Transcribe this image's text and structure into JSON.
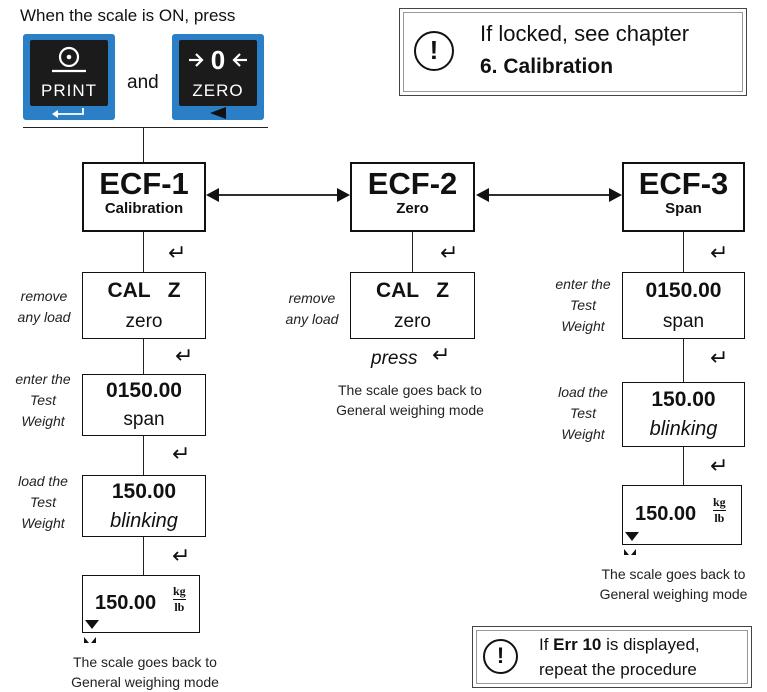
{
  "header": {
    "instruction": "When the scale is ON, press",
    "and_text": "and",
    "print_key": {
      "label": "PRINT",
      "icon": "print-circle-icon",
      "sub_icon": "enter-arrow-icon",
      "color": "#2a7fc7"
    },
    "zero_key": {
      "label": "ZERO",
      "icon": "zero-arrows-icon",
      "sub_icon": "left-triangle-icon",
      "color": "#2a7fc7"
    }
  },
  "lock_note": {
    "line1": "If locked, see chapter",
    "line2": "6. Calibration"
  },
  "err_note": {
    "prefix": "If ",
    "code": "Err 10",
    "suffix": " is displayed,",
    "line2": "repeat the procedure"
  },
  "enter_symbol": "↵",
  "columns": [
    {
      "title": "ECF-1",
      "subtitle": "Calibration",
      "steps": [
        {
          "hint": [
            "remove",
            "any load"
          ],
          "top": "CAL   Z",
          "bottom": "zero",
          "italic": false
        },
        {
          "hint": [
            "enter the",
            "Test",
            "Weight"
          ],
          "top": "0150.00",
          "bottom": "span",
          "italic": false
        },
        {
          "hint": [
            "load the",
            "Test",
            "Weight"
          ],
          "top": "150.00",
          "bottom": "blinking",
          "italic": true
        }
      ],
      "final": {
        "value": "150.00",
        "unit_top": "kg",
        "unit_bottom": "lb"
      },
      "note": [
        "The scale goes back to",
        "General weighing mode"
      ]
    },
    {
      "title": "ECF-2",
      "subtitle": "Zero",
      "steps": [
        {
          "hint": [
            "remove",
            "any load"
          ],
          "top": "CAL   Z",
          "bottom": "zero",
          "italic": false
        }
      ],
      "press": "press",
      "note": [
        "The scale goes back to",
        "General weighing mode"
      ]
    },
    {
      "title": "ECF-3",
      "subtitle": "Span",
      "steps": [
        {
          "hint": [
            "enter the",
            "Test",
            "Weight"
          ],
          "top": "0150.00",
          "bottom": "span",
          "italic": false
        },
        {
          "hint": [
            "load the",
            "Test",
            "Weight"
          ],
          "top": "150.00",
          "bottom": "blinking",
          "italic": true
        }
      ],
      "final": {
        "value": "150.00",
        "unit_top": "kg",
        "unit_bottom": "lb"
      },
      "note": [
        "The scale goes back to",
        "General weighing mode"
      ]
    }
  ]
}
